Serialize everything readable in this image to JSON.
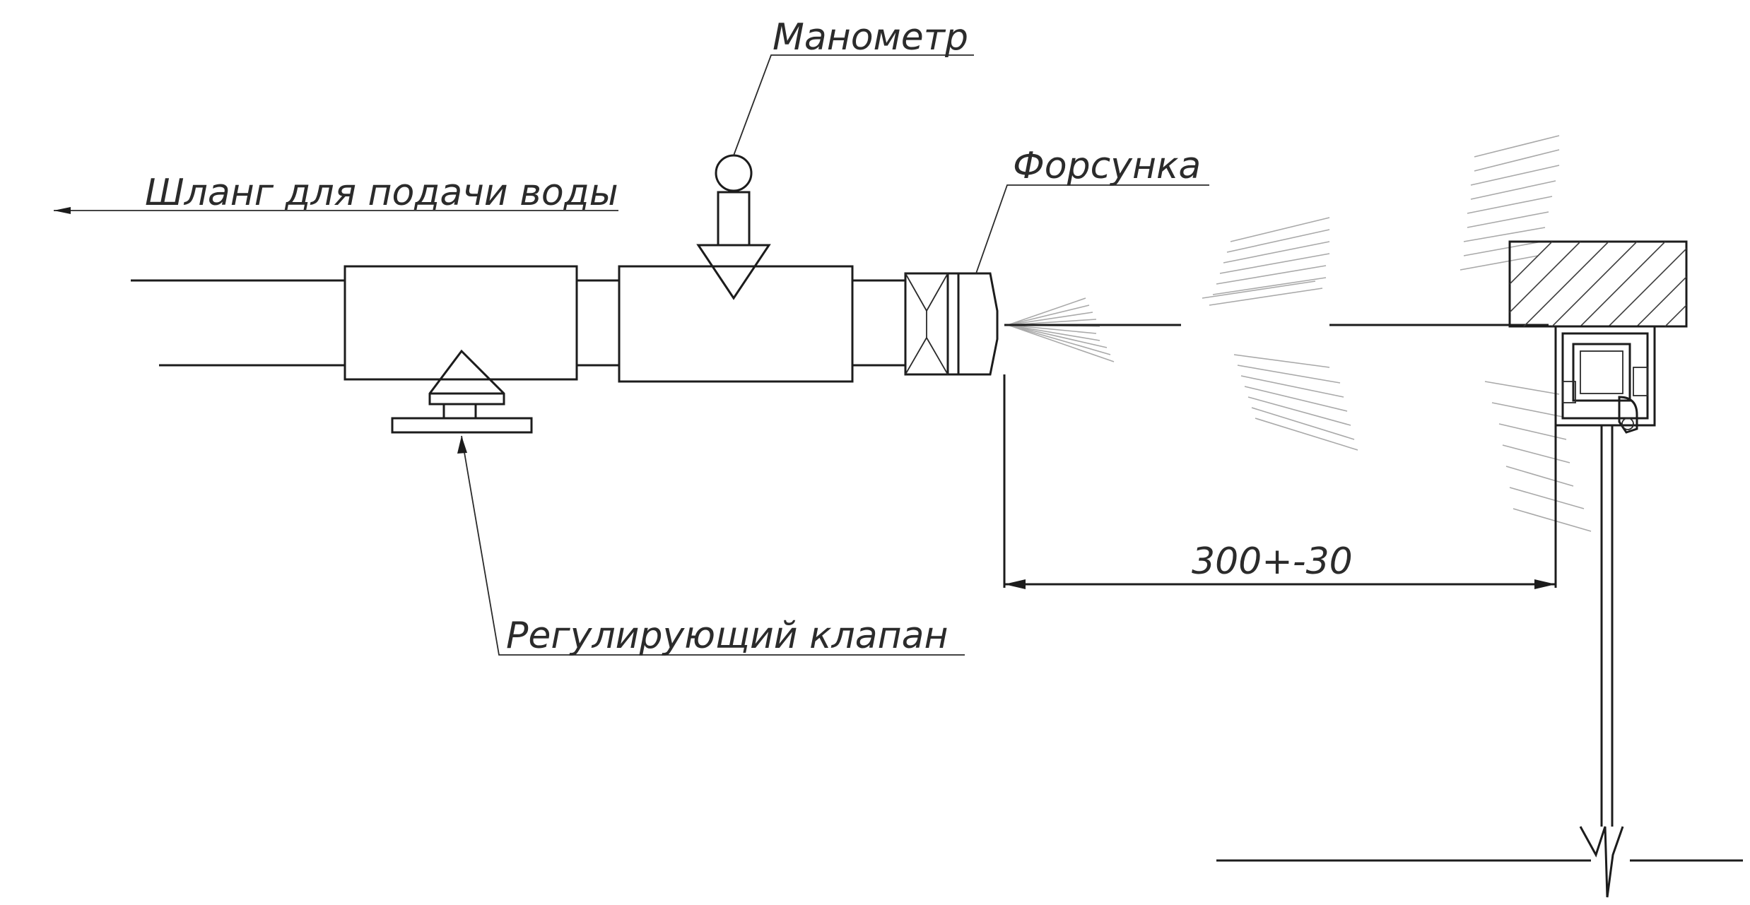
{
  "labels": {
    "hose": "Шланг для подачи воды",
    "manometer": "Манометр",
    "nozzle": "Форсунка",
    "valve": "Регулирующий клапан",
    "distance": "300+-30"
  },
  "colors": {
    "line": "#1c1c1c",
    "spray": "#a9a9a9",
    "text": "#2b2b2b"
  }
}
